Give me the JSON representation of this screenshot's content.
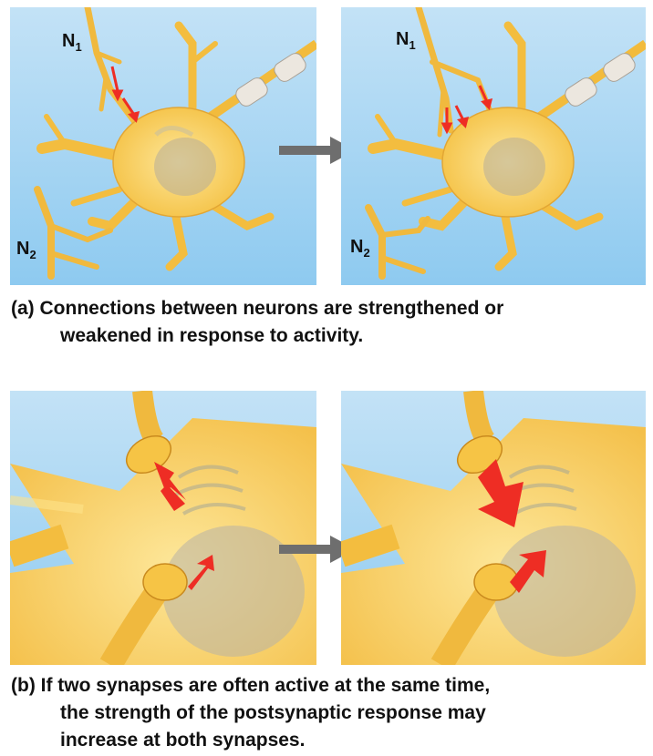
{
  "labels": {
    "n1_main": "N",
    "n1_sub": "1",
    "n2_main": "N",
    "n2_sub": "2"
  },
  "caption_a": {
    "line1": "(a) Connections between neurons are strengthened or",
    "line2": "weakened in response to activity."
  },
  "caption_b": {
    "line1": "(b) If two synapses are often active at the same time,",
    "line2": "the strength of the postsynaptic response may",
    "line3": "increase at both synapses."
  },
  "colors": {
    "background_top": "#b9ddf5",
    "background_bottom": "#8fc9ef",
    "neuron": "#f6c445",
    "neuron_light": "#fde38a",
    "neuron_outline": "#c98a1e",
    "signal_arrow": "#ee2d24",
    "transition_arrow": "#6e6e6e"
  },
  "icons": {
    "transition": "right-arrow-icon",
    "signal": "red-arrow-icon"
  }
}
